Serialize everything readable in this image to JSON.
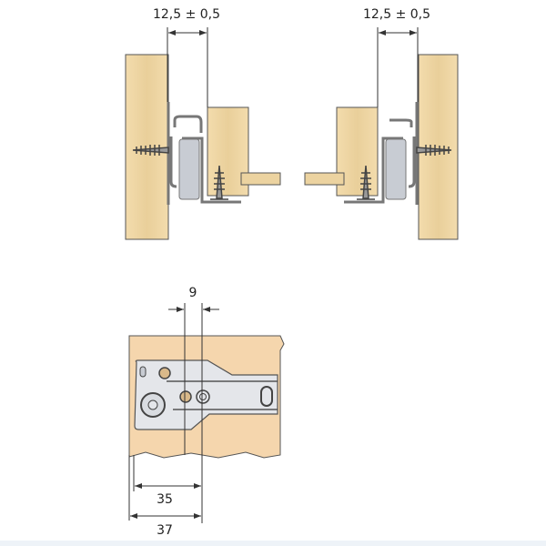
{
  "top_view": {
    "left_dimension": "12,5 ± 0,5",
    "right_dimension": "12,5 ± 0,5"
  },
  "side_view": {
    "hole_spacing": "9",
    "inner_offset": "35",
    "outer_offset": "37"
  },
  "colors": {
    "wood": "#f1d9a8",
    "wood_dark": "#e2c48e",
    "panel": "#f5d6ad",
    "rail": "#e4e6ea",
    "roller": "#c8ccd3",
    "line": "#333333"
  }
}
